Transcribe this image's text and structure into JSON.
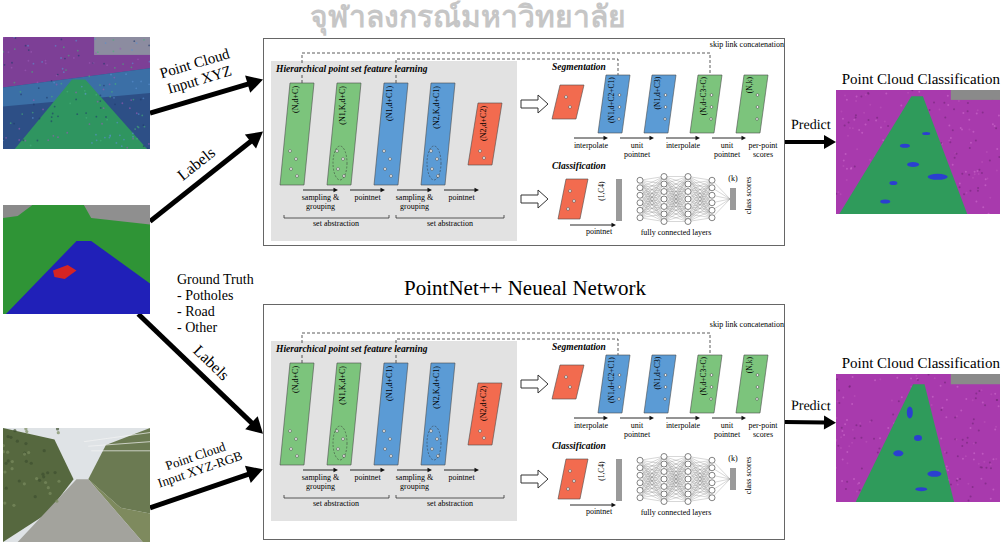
{
  "diagram": {
    "title": "PointNet++ Neueal Network",
    "nodes": [
      {
        "text": []
      },
      {
        "text": [
          "skip link concatenation",
          "Segmentation",
          "(N1,d+C2+C1)",
          "(N1,d+C3)",
          "(N,d+C3+C)",
          "(N,k)",
          "interpolate",
          "unit pointnet",
          "interpolate",
          "unit pointnet",
          "per-point scores",
          "Classification",
          "(1,C4)",
          "pointnet",
          "fully connected layers",
          "(k)",
          "class scores"
        ]
      },
      {
        "text": [
          "Hierarchical point set feature learning",
          "(N,d+C)",
          "(N1,K,d+C)",
          "(N1,d+C1)",
          "(N2,K,d+C1)",
          "(N2,d+C2)",
          "sampling & grouping",
          "pointnet",
          "sampling & grouping",
          "pointnet",
          "set abstraction",
          "set abstraction"
        ],
        "in": 1
      },
      {
        "text": [
          "Point Cloud Classification"
        ]
      },
      {
        "text": [
          "Ground Truth",
          "- Potholes",
          "- Road",
          "- Other"
        ]
      },
      {
        "text": []
      },
      {
        "text": [
          "skip link concatenation",
          "Segmentation",
          "(N1,d+C2+C1)",
          "(N1,d+C3)",
          "(N,d+C3+C)",
          "(N,k)",
          "interpolate",
          "unit pointnet",
          "interpolate",
          "unit pointnet",
          "per-point scores",
          "Classification",
          "(1,C4)",
          "pointnet",
          "fully connected layers",
          "(k)",
          "class scores"
        ]
      },
      {
        "text": [
          "Hierarchical point set feature learning",
          "(N,d+C)",
          "(N1,K,d+C)",
          "(N1,d+C1)",
          "(N2,K,d+C1)",
          "(N2,d+C2)",
          "sampling & grouping",
          "pointnet",
          "sampling & grouping",
          "pointnet",
          "set abstraction",
          "set abstraction"
        ],
        "in": 6
      },
      {
        "text": [
          "Point Cloud Classification"
        ]
      }
    ],
    "edges": [
      {
        "from": 0,
        "to": 1,
        "label": "Point Cloud Input XYZ",
        "arrow": "to"
      },
      {
        "from": 4,
        "to": 1,
        "label": "Labels",
        "arrow": "to"
      },
      {
        "from": 4,
        "to": 6,
        "label": "Labels",
        "arrow": "to"
      },
      {
        "from": 5,
        "to": 6,
        "label": "Point Cloud Input XYZ-RGB",
        "arrow": "to"
      },
      {
        "from": 1,
        "to": 3,
        "label": "Predict",
        "arrow": "to"
      },
      {
        "from": 6,
        "to": 8,
        "label": "Predict",
        "arrow": "to"
      }
    ],
    "labels": [
      "จุฬาลงกรณ์มหาวิทยาลัย"
    ]
  }
}
